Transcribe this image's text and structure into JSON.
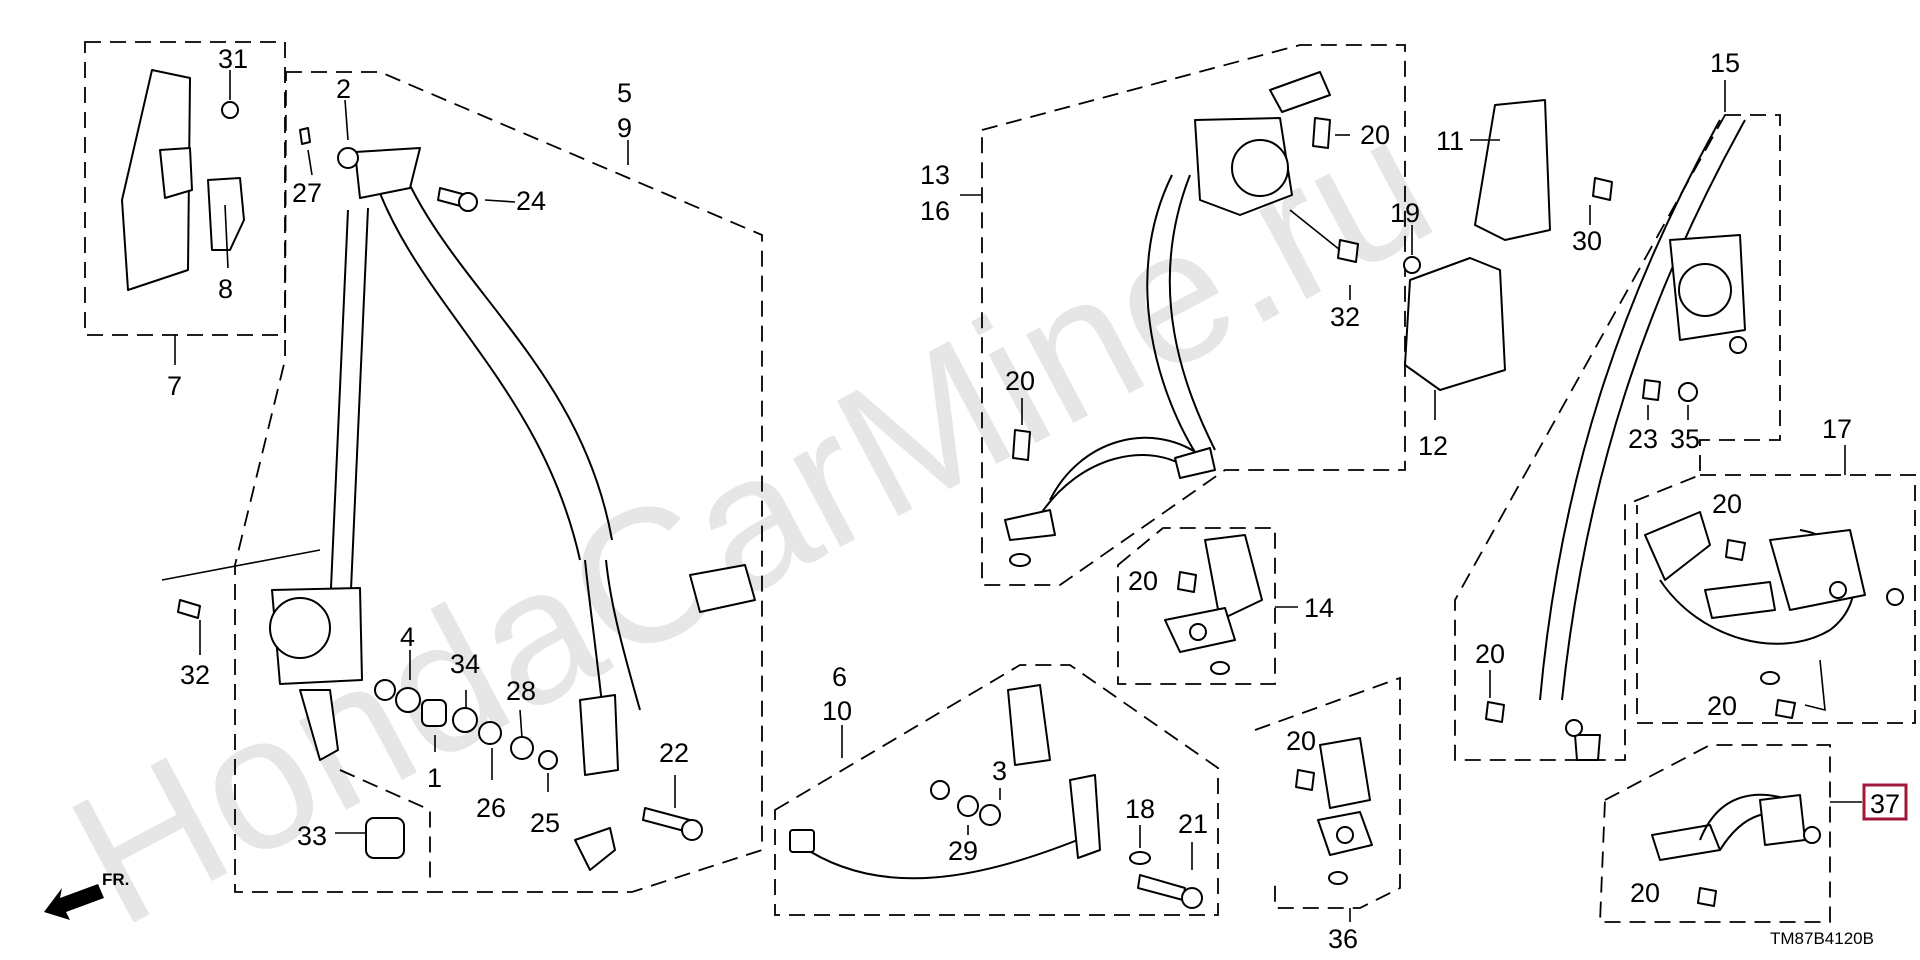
{
  "watermark": "HondaCarMine.ru",
  "diagram_code": "TM87B4120B",
  "direction_label": "FR.",
  "highlight_color": "#a1173a",
  "callouts": {
    "c31": "31",
    "c7": "7",
    "c8": "8",
    "c2": "2",
    "c27": "27",
    "c24": "24",
    "c5": "5",
    "c9": "9",
    "c32a": "32",
    "c4": "4",
    "c34": "34",
    "c1": "1",
    "c28": "28",
    "c26": "26",
    "c25": "25",
    "c22": "22",
    "c33": "33",
    "c13": "13",
    "c16": "16",
    "c20a": "20",
    "c32b": "32",
    "c20b": "20",
    "c11": "11",
    "c19": "19",
    "c12": "12",
    "c15": "15",
    "c30": "30",
    "c23": "23",
    "c35": "35",
    "c17": "17",
    "c20c": "20",
    "c20d": "20",
    "c20e": "20",
    "c6": "6",
    "c10": "10",
    "c3": "3",
    "c29": "29",
    "c18": "18",
    "c21": "21",
    "c14": "14",
    "c20f": "20",
    "c36": "36",
    "c20g": "20",
    "c37": "37",
    "c20h": "20"
  }
}
